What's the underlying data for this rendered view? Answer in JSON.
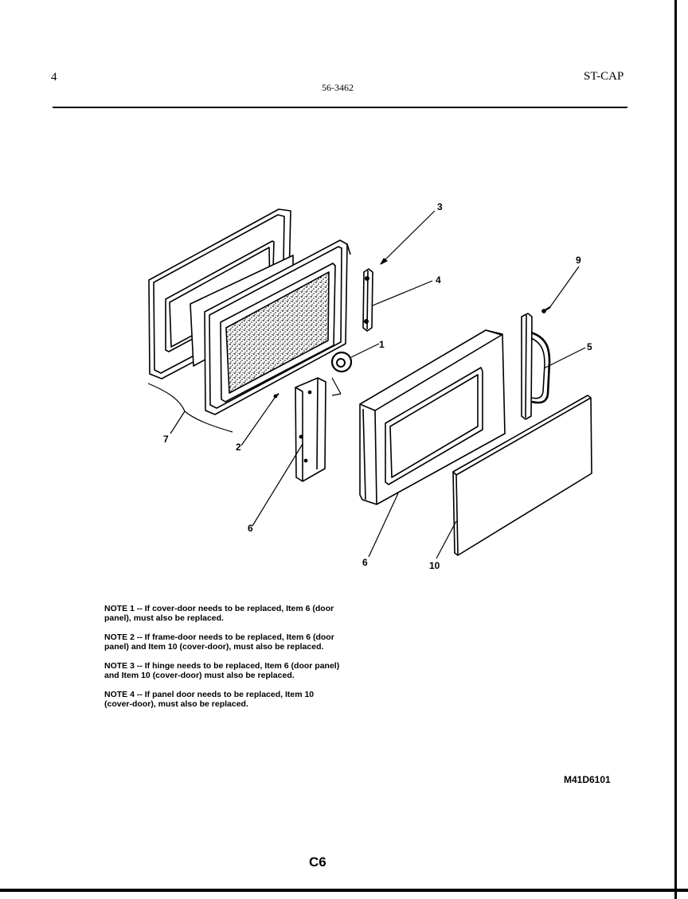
{
  "header": {
    "page_left": "4",
    "doc_number": "56-3462",
    "model_code": "ST-CAP"
  },
  "diagram": {
    "callouts": {
      "c1": "1",
      "c2": "2",
      "c3": "3",
      "c4": "4",
      "c5": "5",
      "c6a": "6",
      "c6b": "6",
      "c7": "7",
      "c9": "9",
      "c10": "10"
    }
  },
  "notes": [
    "NOTE 1 -- If cover-door needs to be replaced, Item 6 (door\npanel), must also be replaced.",
    "NOTE 2 -- If frame-door needs to be replaced, Item 6 (door\npanel) and Item 10 (cover-door), must also be replaced.",
    "NOTE 3 -- If hinge needs to be replaced, Item 6 (door panel)\nand Item 10 (cover-door) must also be replaced.",
    "NOTE 4 -- If panel door needs to be replaced, Item 10\n(cover-door), must also be replaced."
  ],
  "footer": {
    "drawing_id": "M41D6101",
    "page_code": "C6"
  }
}
